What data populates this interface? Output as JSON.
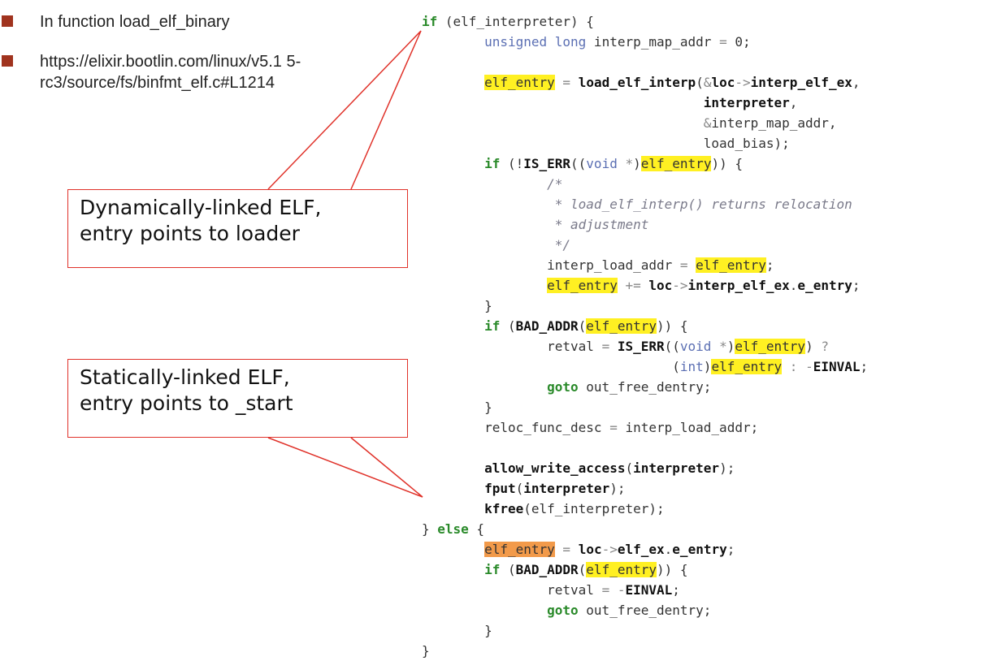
{
  "bullets": [
    "In function load_elf_binary",
    "https://elixir.bootlin.com/linux/v5.1 5-rc3/source/fs/binfmt_elf.c#L1214"
  ],
  "callouts": {
    "dynamic_line1": "Dynamically-linked ELF,",
    "dynamic_line2": "entry points to loader",
    "static_line1": "Statically-linked ELF,",
    "static_line2": "entry points to _start"
  },
  "colors": {
    "bullet": "#a0331e",
    "callout_border": "#e0322a",
    "highlight_yellow": "#fff022",
    "highlight_orange": "#f29a4a",
    "keyword": "#2a8a2a"
  }
}
